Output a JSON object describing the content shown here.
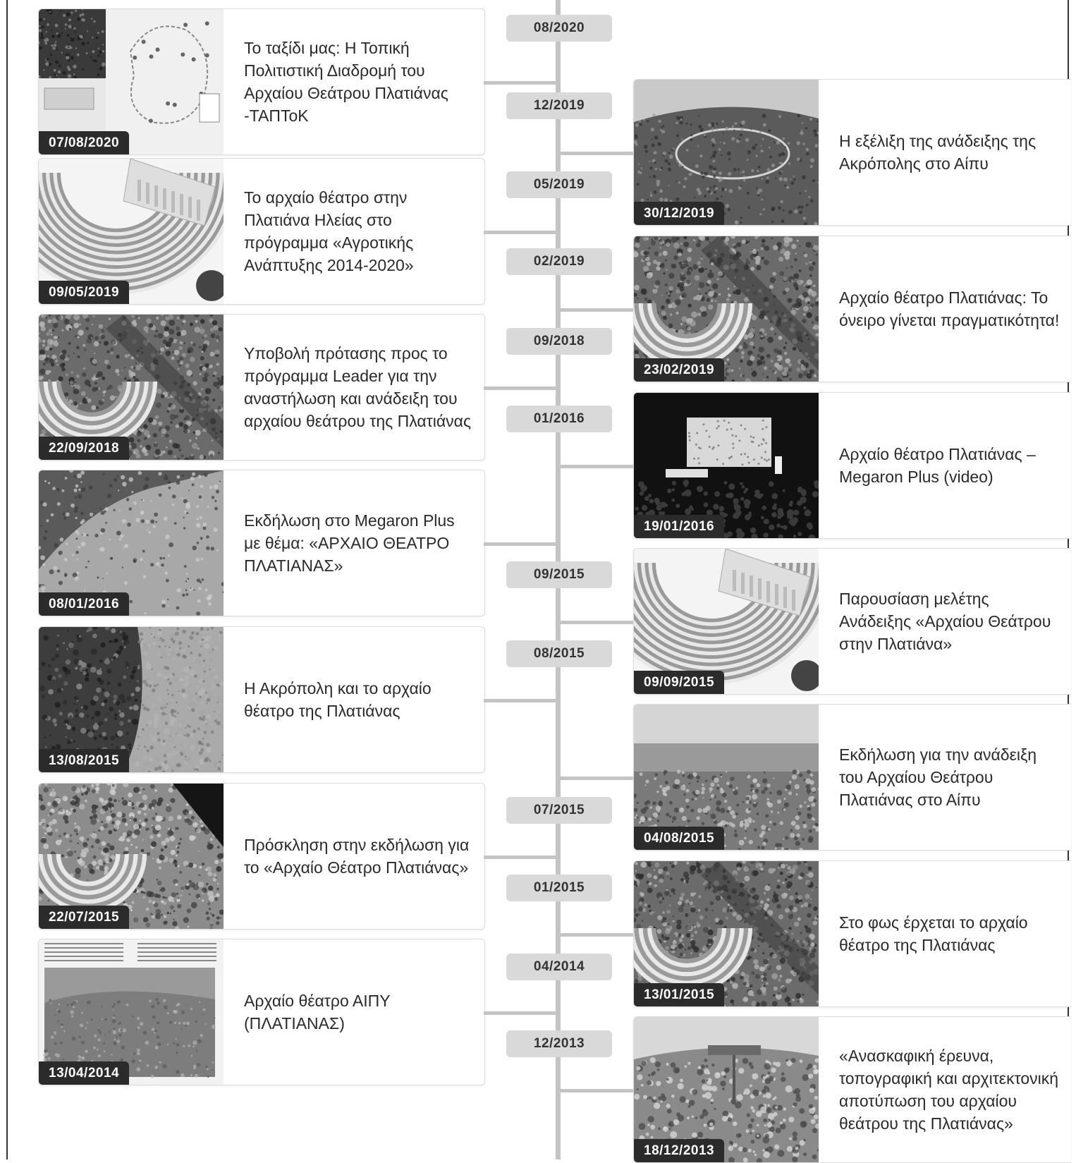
{
  "timeline": {
    "pills": [
      "08/2020",
      "12/2019",
      "05/2019",
      "02/2019",
      "09/2018",
      "01/2016",
      "09/2015",
      "08/2015",
      "07/2015",
      "01/2015",
      "04/2014",
      "12/2013"
    ],
    "left": [
      {
        "date": "07/08/2020",
        "title": "Το ταξίδι μας: Η Τοπική Πολιτιστική Διαδρομή του Αρχαίου Θεάτρου Πλατιάνας -ΤΑΠΤοΚ"
      },
      {
        "date": "09/05/2019",
        "title": "Το αρχαίο θέατρο στην Πλατιάνα Ηλείας στο πρόγραμμα «Αγροτικής Ανάπτυξης 2014-2020»"
      },
      {
        "date": "22/09/2018",
        "title": "Υποβολή πρότασης προς το πρόγραμμα Leader για την αναστήλωση και ανάδειξη του αρχαίου θεάτρου της Πλατιάνας"
      },
      {
        "date": "08/01/2016",
        "title": "Εκδήλωση στο Megaron Plus με θέμα: «ΑΡΧΑΙΟ ΘΕΑΤΡΟ ΠΛΑΤΙΑΝΑΣ»"
      },
      {
        "date": "13/08/2015",
        "title": "Η Ακρόπολη και το αρχαίο θέατρο της Πλατιάνας"
      },
      {
        "date": "22/07/2015",
        "title": "Πρόσκληση στην εκδήλωση για το «Αρχαίο Θέατρο Πλατιάνας»"
      },
      {
        "date": "13/04/2014",
        "title": "Αρχαίο θέατρο ΑΙΠΥ (ΠΛΑΤΙΑΝΑΣ)"
      }
    ],
    "right": [
      {
        "date": "30/12/2019",
        "title": "Η εξέλιξη της ανάδειξης της Ακρόπολης στο Αίπυ"
      },
      {
        "date": "23/02/2019",
        "title": "Αρχαίο θέατρο Πλατιάνας: Το όνειρο γίνεται πραγματικότητα!"
      },
      {
        "date": "19/01/2016",
        "title": "Αρχαίο θέατρο Πλατιάνας – Megaron Plus (video)"
      },
      {
        "date": "09/09/2015",
        "title": "Παρουσίαση μελέτης Ανάδειξης «Αρχαίου Θεάτρου στην Πλατιάνα»"
      },
      {
        "date": "04/08/2015",
        "title": "Εκδήλωση για την ανάδειξη του Αρχαίου Θεάτρου Πλατιάνας στο Αίπυ"
      },
      {
        "date": "13/01/2015",
        "title": "Στο φως έρχεται το αρχαίο θέατρο της Πλατιάνας"
      },
      {
        "date": "18/12/2013",
        "title": "«Ανασκαφική έρευνα, τοπογραφική και αρχιτεκτονική αποτύπωση του αρχαίου θεάτρου της Πλατιάνας»"
      }
    ]
  },
  "thumb_icons": {
    "left": [
      "site-map-photo-icon",
      "theater-model-photo-icon",
      "aerial-ruins-photo-icon",
      "hilltop-photo-icon",
      "acropolis-aerial-photo-icon",
      "excavation-aerial-photo-icon",
      "newspaper-clipping-icon"
    ],
    "right": [
      "mountain-aerial-photo-icon",
      "aerial-ruins-photo-icon",
      "auditorium-event-photo-icon",
      "theater-model-photo-icon",
      "landscape-photo-icon",
      "aerial-ruins-photo-icon",
      "rocky-site-sign-photo-icon"
    ]
  },
  "colors": {
    "spine": "#c4c4c4",
    "pill": "#d9d9d9",
    "date_tag": "#2b2b2b"
  }
}
